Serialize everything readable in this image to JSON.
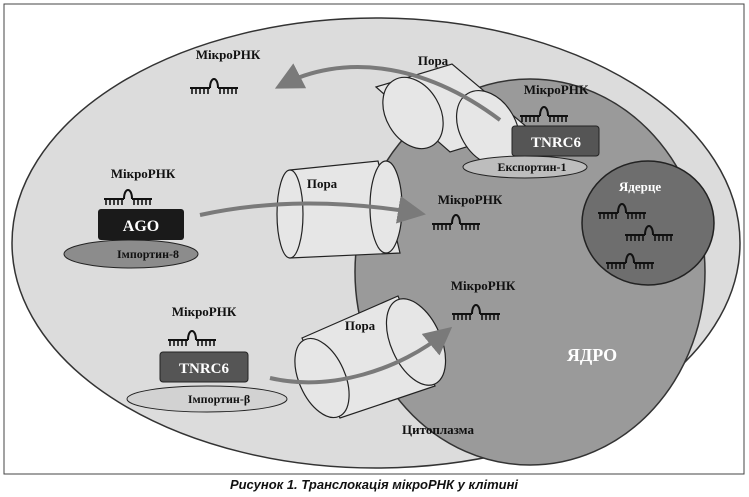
{
  "caption": "Рисунок 1. Транслокація мікроРНК у клітині",
  "labels": {
    "mirna": "МікроРНК",
    "pore": "Пора",
    "tnrc6": "TNRC6",
    "ago": "AGO",
    "exportin": "Експортин-1",
    "importin8": "Імпортин-8",
    "importin_beta": "Імпортин-β",
    "nucleolus": "Ядерце",
    "nucleus": "ЯДРО",
    "cytoplasm": "Цитоплазма"
  },
  "colors": {
    "cytoplasm_fill": "#dcdcdc",
    "nucleus_fill": "#9a9a9a",
    "nucleolus_fill": "#6e6e6e",
    "pore_fill": "#e6e6e6",
    "arrow": "#7a7a7a",
    "ago_box": "#1a1a1a",
    "tnrc6_box": "#555555",
    "importin_fill": "#8c8c8c",
    "exportin_fill": "#bdbdbd"
  }
}
